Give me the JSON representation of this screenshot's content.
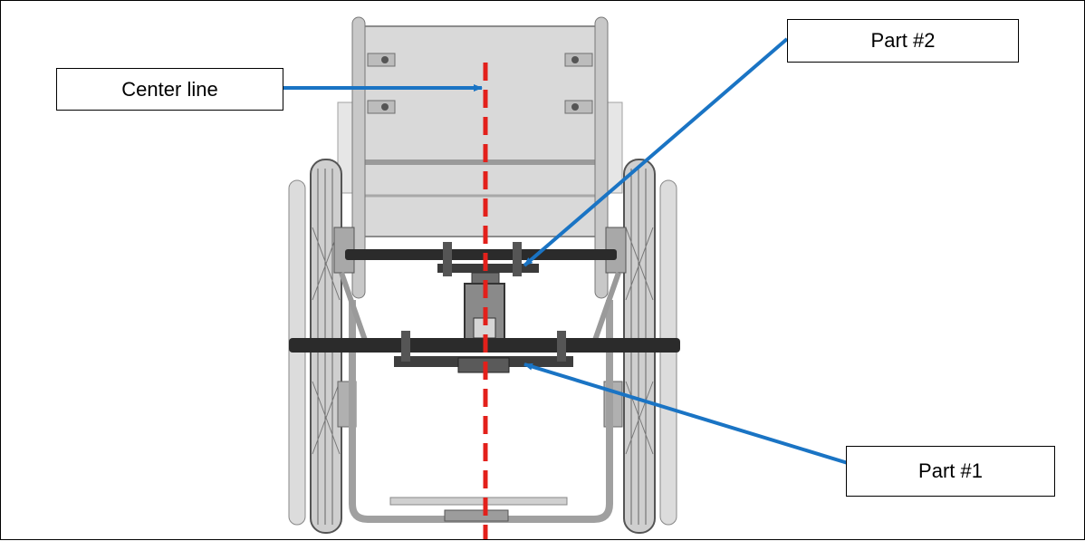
{
  "labels": {
    "center_line": "Center line",
    "part_2": "Part #2",
    "part_1": "Part #1"
  },
  "colors": {
    "center_line": "#e3201b",
    "arrow": "#1a74c4",
    "frame_light": "#b9b9b9",
    "frame_dark": "#2b2b2b"
  }
}
